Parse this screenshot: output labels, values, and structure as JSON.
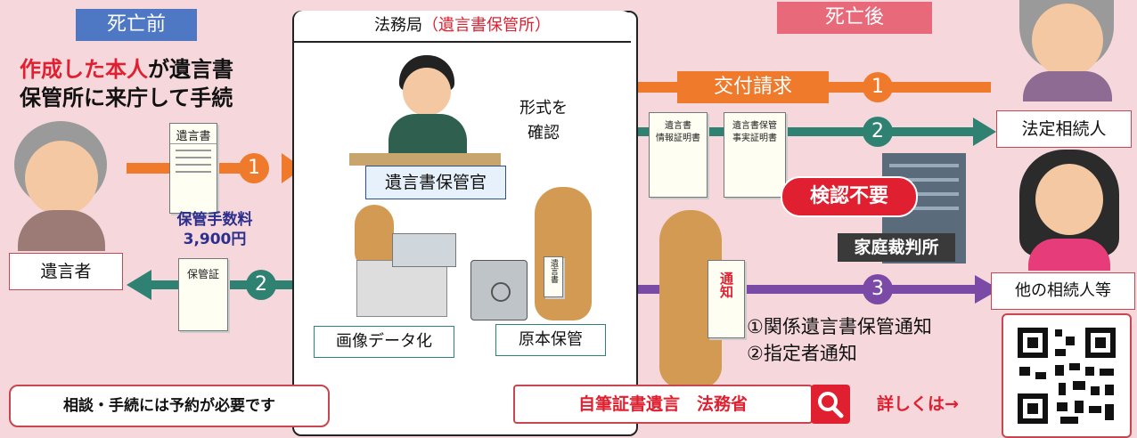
{
  "colors": {
    "background": "#f5d7dc",
    "before_tag": "#4f78c4",
    "after_tag": "#e86a7a",
    "orange": "#f07a2c",
    "teal": "#2f8272",
    "purple": "#7b4aa6",
    "red": "#e02030",
    "navy": "#2d2f8c"
  },
  "before": {
    "tag": "死亡前",
    "line1_red": "作成した本人",
    "line1_rest": "が遺言書",
    "line2": "保管所に来庁して手続",
    "doc_title": "遺言書",
    "step1": "1",
    "fee_label": "保管手数料",
    "fee_amount": "3,900円",
    "testator_label": "遺言者",
    "receipt_label": "保管証",
    "step2": "2"
  },
  "office": {
    "title_black": "法務局",
    "title_red": "（遺言書保管所）",
    "officer_label": "遺言書保管官",
    "check_line1": "形式を",
    "check_line2": "確認",
    "digitize_label": "画像データ化",
    "original_label": "原本保管",
    "kangaroo_doc_text": "遺言書"
  },
  "after": {
    "tag": "死亡後",
    "request_label": "交付請求",
    "step1": "1",
    "step2": "2",
    "step3": "3",
    "heir_label": "法定相続人",
    "other_heirs_label": "他の相続人等",
    "cert1_line1": "遺言書",
    "cert1_line2": "情報証明書",
    "cert2_line1": "遺言書保管",
    "cert2_line2": "事実証明書",
    "no_probate": "検認不要",
    "court_label": "家庭裁判所",
    "notice_text": "通知",
    "notify1": "①関係遺言書保管通知",
    "notify2": "②指定者通知"
  },
  "footer": {
    "reservation": "相談・手続には予約が必要です",
    "search_text": "自筆証書遺言　法務省",
    "details": "詳しくは→"
  },
  "icons": [
    "search-icon",
    "qr-code-icon",
    "document-icon",
    "safe-icon",
    "building-icon"
  ]
}
